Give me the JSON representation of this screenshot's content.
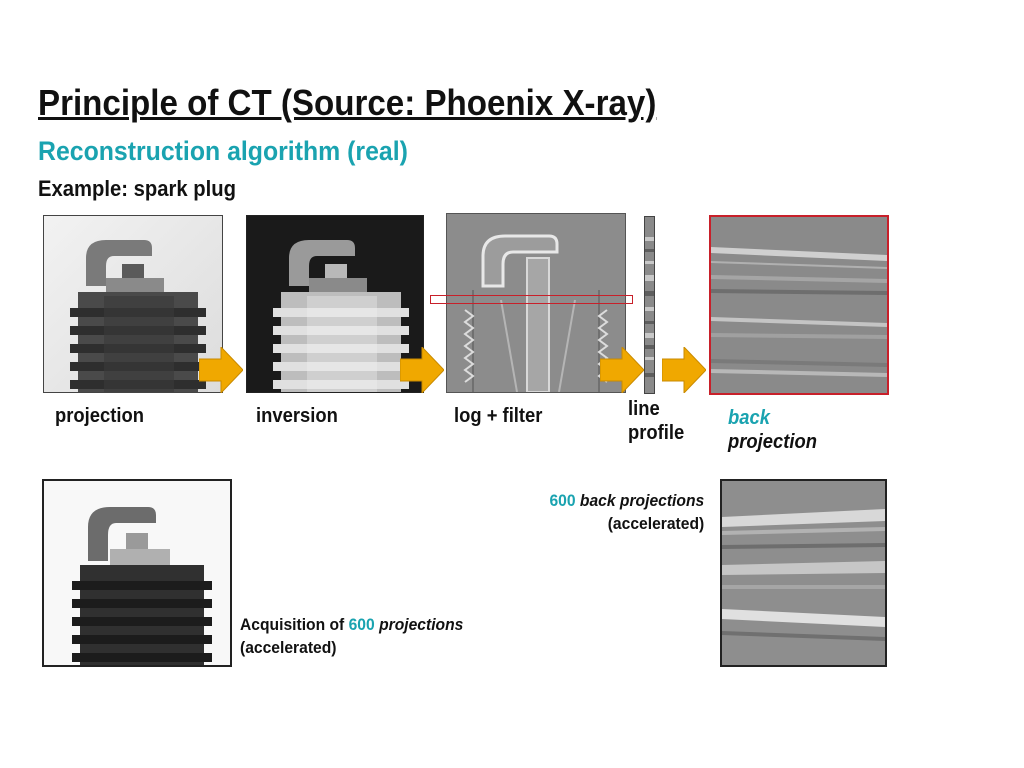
{
  "slide": {
    "title": "Principle of CT (Source: Phoenix X-ray)",
    "subtitle": "Reconstruction algorithm (real)",
    "example": "Example: spark plug"
  },
  "steps": [
    {
      "label": "projection"
    },
    {
      "label": "inversion"
    },
    {
      "label": "log + filter"
    },
    {
      "label_line1": "line",
      "label_line2": "profile"
    },
    {
      "label_line1": "back",
      "label_line2": "projection"
    }
  ],
  "acquisition": {
    "prefix": "Acquisition of ",
    "count": "600",
    "word": "projections",
    "note": "(accelerated)"
  },
  "backprojections": {
    "count": "600",
    "word": "back projections",
    "note": "(accelerated)"
  },
  "colors": {
    "accent_teal": "#1aa3b0",
    "arrow_orange": "#f0a800",
    "highlight_red": "#c8202a"
  }
}
